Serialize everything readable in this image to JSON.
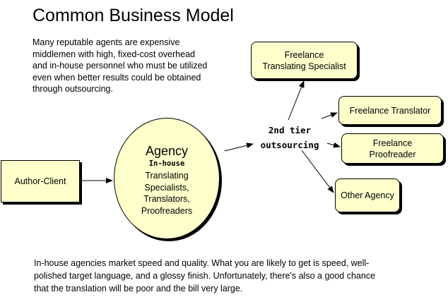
{
  "title": "Common Business Model",
  "intro": "Many reputable agents are expensive middlemen with high, fixed-cost overhead and in-house personnel who must be utilized even when better results could be obtained through outsourcing.",
  "author_client": "Author-Client",
  "agency": {
    "title": "Agency",
    "subtitle": "In-house",
    "lines": [
      "Translating",
      "Specialists,",
      "Translators,",
      "Proofreaders"
    ]
  },
  "tier": {
    "line1": "2nd tier",
    "line2": "outsourcing"
  },
  "outsource": {
    "specialist": [
      "Freelance",
      "Translating Specialist"
    ],
    "translator": "Freelance Translator",
    "proofreader": [
      "Freelance",
      "Proofreader"
    ],
    "other_agency": "Other Agency"
  },
  "footer": "In-house agencies market speed and quality. What you are likely to get is speed, well-polished target language, and a glossy finish. Unfortunately, there's also a good chance that the translation will be poor and the bill very large."
}
